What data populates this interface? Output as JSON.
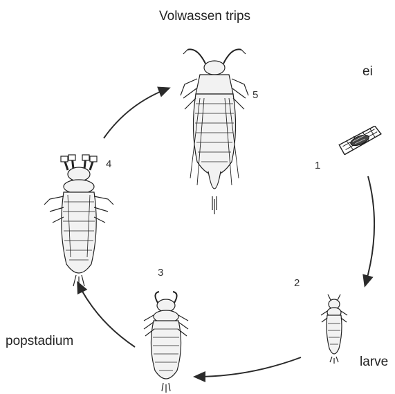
{
  "diagram": {
    "labels": {
      "adult": "Volwassen trips",
      "egg": "ei",
      "larva": "larve",
      "pupa": "popstadium"
    },
    "stages": [
      {
        "number": "1",
        "icon": "egg-icon"
      },
      {
        "number": "2",
        "icon": "larva-icon"
      },
      {
        "number": "3",
        "icon": "prepupa-icon"
      },
      {
        "number": "4",
        "icon": "pupa-icon"
      },
      {
        "number": "5",
        "icon": "adult-thrips-icon"
      }
    ],
    "colors": {
      "ink": "#222222",
      "arrow": "#2a2a2a"
    }
  }
}
